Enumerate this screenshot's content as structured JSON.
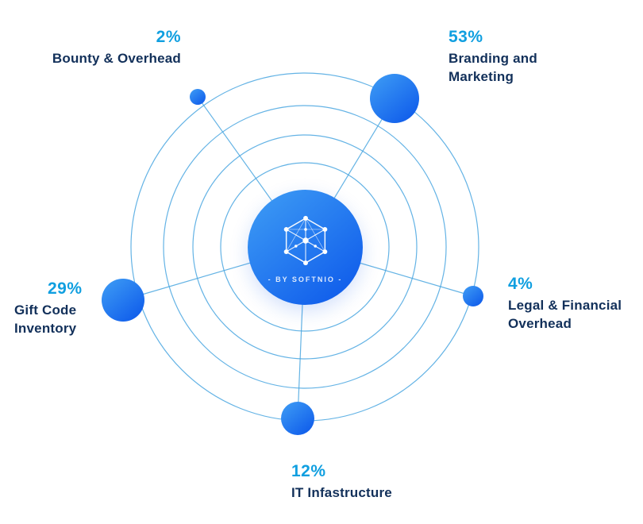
{
  "chart_data": {
    "type": "pie",
    "title": "",
    "labels": [
      "Bounty & Overhead",
      "Branding and Marketing",
      "Legal & Financial Overhead",
      "IT Infastructure",
      "Gift Code Inventory"
    ],
    "values": [
      2,
      53,
      4,
      12,
      29
    ],
    "unit": "%",
    "style": "orbital-bubble",
    "legend_position": "around-nodes",
    "center_label": "- BY SOFTNIO -"
  },
  "center": {
    "brand_label": "- BY SOFTNIO -"
  },
  "labels": {
    "bounty": {
      "percent": "2%",
      "text": "Bounty & Overhead"
    },
    "branding": {
      "percent": "53%",
      "text": "Branding and\nMarketing"
    },
    "legal": {
      "percent": "4%",
      "text": "Legal & Financial\nOverhead"
    },
    "it": {
      "percent": "12%",
      "text": "IT Infastructure"
    },
    "gift": {
      "percent": "29%",
      "text": "Gift Code\nInventory"
    }
  },
  "colors": {
    "accent": "#109fe0",
    "text": "#12305a",
    "orbit": "#49a6e0",
    "node-from": "#3f9ef5",
    "node-to": "#0b56ea",
    "bg": "#ffffff"
  }
}
